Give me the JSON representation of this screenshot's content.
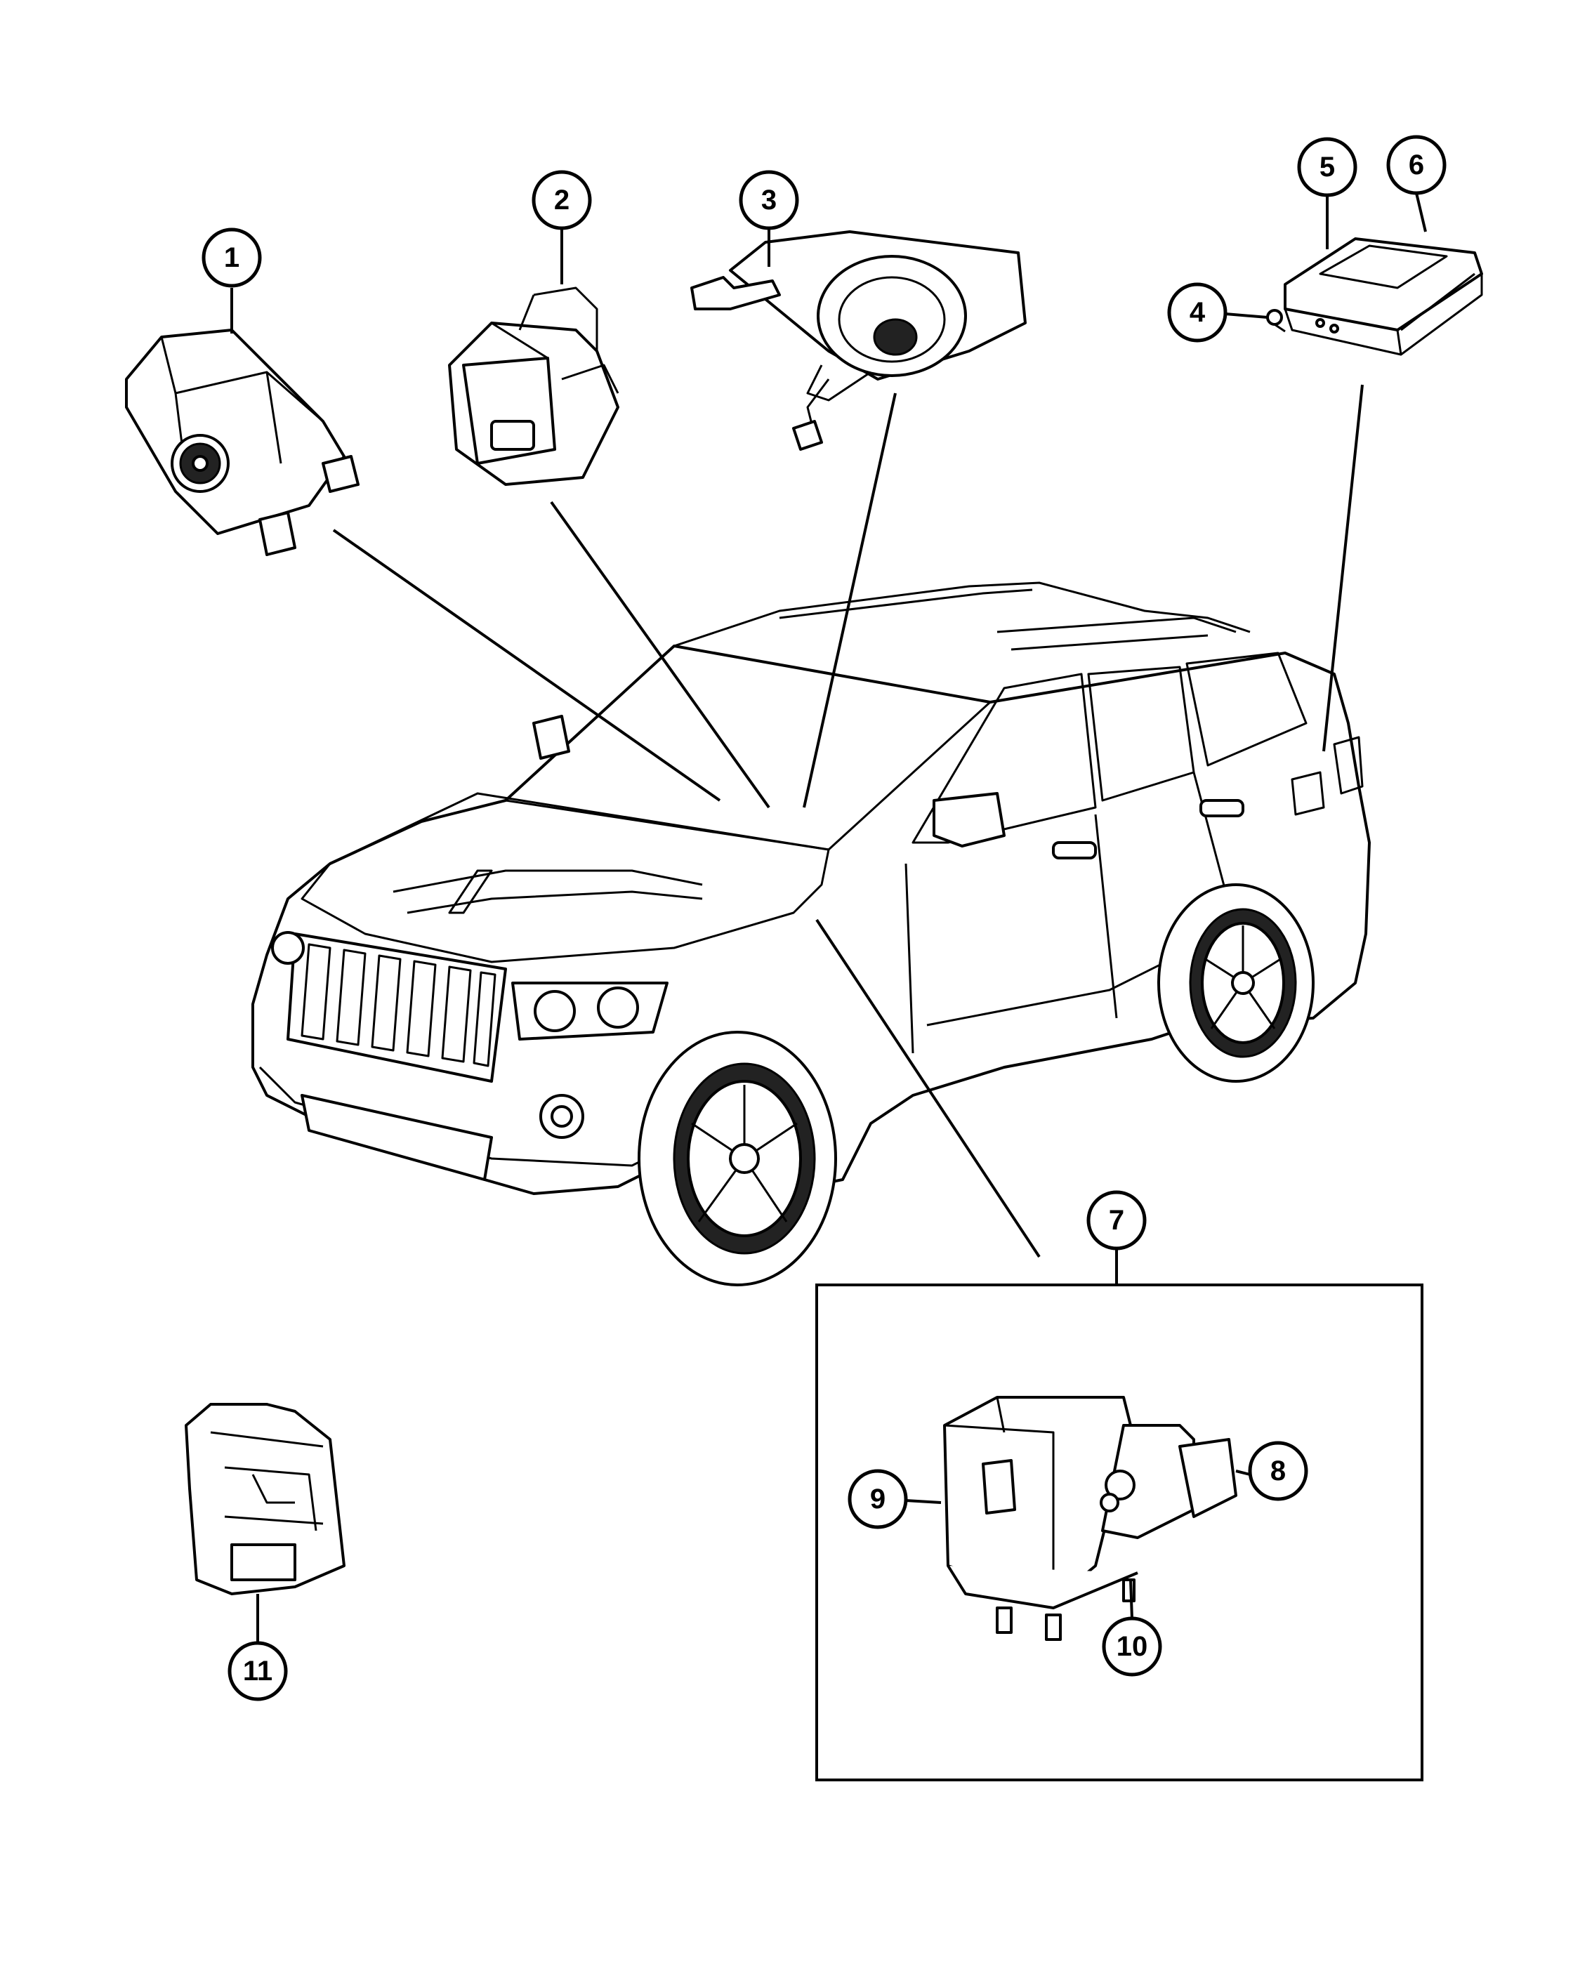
{
  "diagram": {
    "callouts": [
      {
        "id": "1",
        "label": "1"
      },
      {
        "id": "2",
        "label": "2"
      },
      {
        "id": "3",
        "label": "3"
      },
      {
        "id": "4",
        "label": "4"
      },
      {
        "id": "5",
        "label": "5"
      },
      {
        "id": "6",
        "label": "6"
      },
      {
        "id": "7",
        "label": "7"
      },
      {
        "id": "8",
        "label": "8"
      },
      {
        "id": "9",
        "label": "9"
      },
      {
        "id": "10",
        "label": "10"
      },
      {
        "id": "11",
        "label": "11"
      }
    ],
    "parts": [
      {
        "name": "module-1",
        "icon": "control-module-with-fan-icon"
      },
      {
        "name": "module-2",
        "icon": "switch-module-icon"
      },
      {
        "name": "module-3",
        "icon": "clockspring-with-multifunction-switch-icon"
      },
      {
        "name": "screw-4",
        "icon": "screw-icon"
      },
      {
        "name": "module-5-6",
        "icon": "electronic-control-unit-icon"
      },
      {
        "name": "assembly-7",
        "icon": "abs-hydraulic-control-unit-icon"
      },
      {
        "name": "bracket-11",
        "icon": "mounting-bracket-icon"
      },
      {
        "name": "vehicle",
        "icon": "suv-vehicle-icon"
      }
    ]
  }
}
